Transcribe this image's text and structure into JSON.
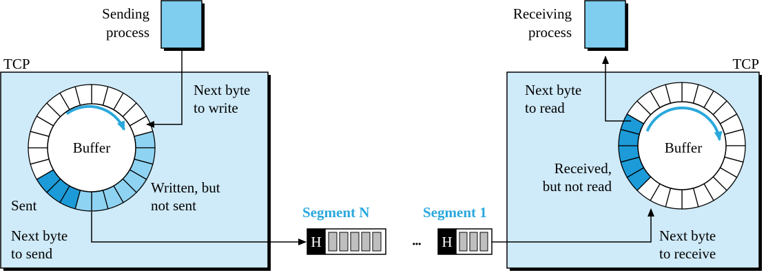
{
  "sender": {
    "process_label_line1": "Sending",
    "process_label_line2": "process",
    "tcp_label": "TCP",
    "buffer_label": "Buffer",
    "next_byte_to_write_line1": "Next byte",
    "next_byte_to_write_line2": "to write",
    "written_not_sent_line1": "Written, but",
    "written_not_sent_line2": "not sent",
    "sent_label": "Sent",
    "next_byte_to_send_line1": "Next byte",
    "next_byte_to_send_line2": "to send"
  },
  "receiver": {
    "process_label_line1": "Receiving",
    "process_label_line2": "process",
    "tcp_label": "TCP",
    "buffer_label": "Buffer",
    "next_byte_to_read_line1": "Next byte",
    "next_byte_to_read_line2": "to read",
    "received_not_read_line1": "Received,",
    "received_not_read_line2": "but not read",
    "next_byte_to_receive_line1": "Next byte",
    "next_byte_to_receive_line2": "to receive"
  },
  "segments": {
    "segment_n_label": "Segment N",
    "segment_1_label": "Segment 1",
    "header_letter": "H",
    "ellipsis": "•••"
  },
  "colors": {
    "panel_fill": "#cfeaf8",
    "process_fill": "#7fcdef",
    "slot_dark": "#1c9bd8",
    "slot_light": "#8fd3f2",
    "arrow_blue": "#2aa8dc",
    "segment_title": "#2aa8dc"
  }
}
